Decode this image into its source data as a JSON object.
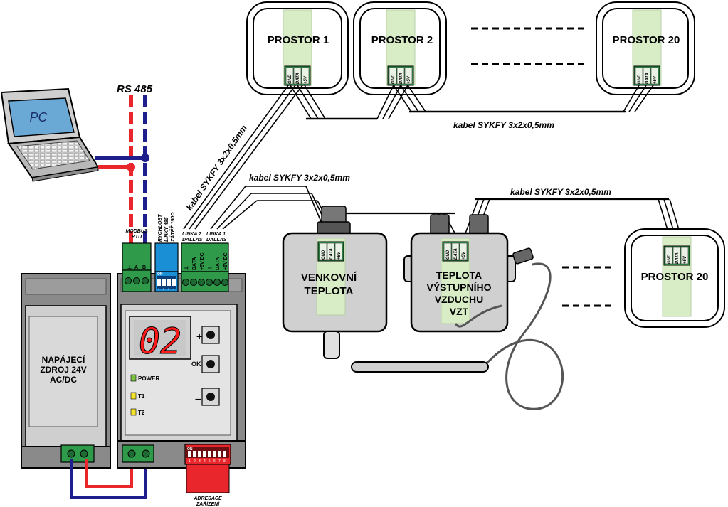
{
  "rs485_label": "RS 485",
  "pc_label": "PC",
  "cable_labels": {
    "diagonal": "kabel SYKFY 3x2x0,5mm",
    "rooms_bus": "kabel SYKFY 3x2x0,5mm",
    "outdoor": "kabel SYKFY 3x2x0,5mm",
    "room20_bottom": "kabel SYKFY 3x2x0,5mm"
  },
  "rooms": {
    "room1": "PROSTOR 1",
    "room2": "PROSTOR 2",
    "room20_top": "PROSTOR 20",
    "room20_bottom": "PROSTOR 20"
  },
  "sensor_terminals": {
    "gnd": "GND",
    "data": "DATA",
    "v5": "+5V"
  },
  "power_supply": {
    "line1": "NAPÁJECÍ",
    "line2": "ZDROJ 24V",
    "line3": "AC/DC"
  },
  "controller": {
    "display_value": "02",
    "plus_label": "+",
    "ok_label": "OK",
    "minus_label": "–",
    "power_led": "POWER",
    "t1_led": "T1",
    "t2_led": "T2"
  },
  "connector_labels": {
    "modbus_line1": "MODBUS",
    "modbus_line2": "RTU",
    "modbus_pins": [
      "⊥",
      "A",
      "B"
    ],
    "speed_line1": "RYCHLOST",
    "speed_line2": "LINKY 485",
    "speed_line3": "ZÁTĚŽ 150Ω",
    "line2_line1": "LINKA 2",
    "line2_line2": "DALLAS",
    "line1_line1": "LINKA 1",
    "line1_line2": "DALLAS",
    "dallas_pins": [
      "⊥",
      "DATA",
      "+5V DC",
      "⊥",
      "DATA",
      "+5V DC"
    ],
    "dip_on": "ON",
    "dip_nums": [
      "1",
      "2",
      "3",
      "4"
    ],
    "addr_on": "ON",
    "addr_nums": [
      "1",
      "2",
      "3",
      "4",
      "5",
      "6",
      "7",
      "8"
    ],
    "addr_line1": "ADRESACE",
    "addr_line2": "ZAŘÍZENÍ"
  },
  "outdoor_box": {
    "line1": "VENKOVNÍ",
    "line2": "TEPLOTA"
  },
  "vzt_box": {
    "line1": "TEPLOTA",
    "line2": "VÝSTUPNÍHO",
    "line3": "VZDUCHU",
    "line4": "VZT"
  },
  "colors": {
    "rs485_red": "#e8262b",
    "rs485_blue": "#1e1e8c",
    "green_connector": "#2e9a4a",
    "blue_dip": "#1a8fd6",
    "red_dip": "#e8262b",
    "display_red": "#ff1a1a",
    "module_grey": "#8a8a8a",
    "box_grey": "#d0d0d0",
    "sensor_board": "#d8ecc6",
    "led_green": "#7cc243",
    "led_yellow": "#f5e52a",
    "pc_screen": "#6aa8d6"
  }
}
